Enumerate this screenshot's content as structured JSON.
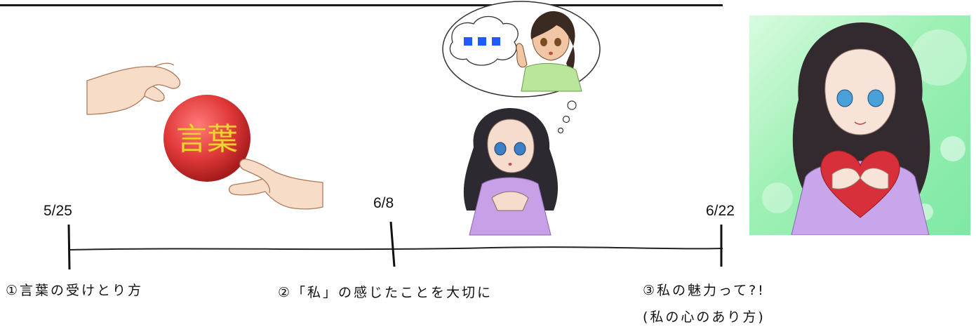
{
  "timeline": {
    "events": [
      {
        "date": "5/25",
        "caption": "①言葉の受けとり方"
      },
      {
        "date": "6/8",
        "caption": "②「私」の感じたことを大切に"
      },
      {
        "date": "6/22",
        "caption": "③私の魅力って?!",
        "caption2": "(私の心のあり方)"
      }
    ]
  },
  "illustrations": {
    "ball_text": "言葉",
    "ball_color": "#e03838",
    "ball_text_color": "#f5d23a",
    "thought_dots_color": "#1e5cff",
    "card_bg": "#a8f0b8"
  }
}
